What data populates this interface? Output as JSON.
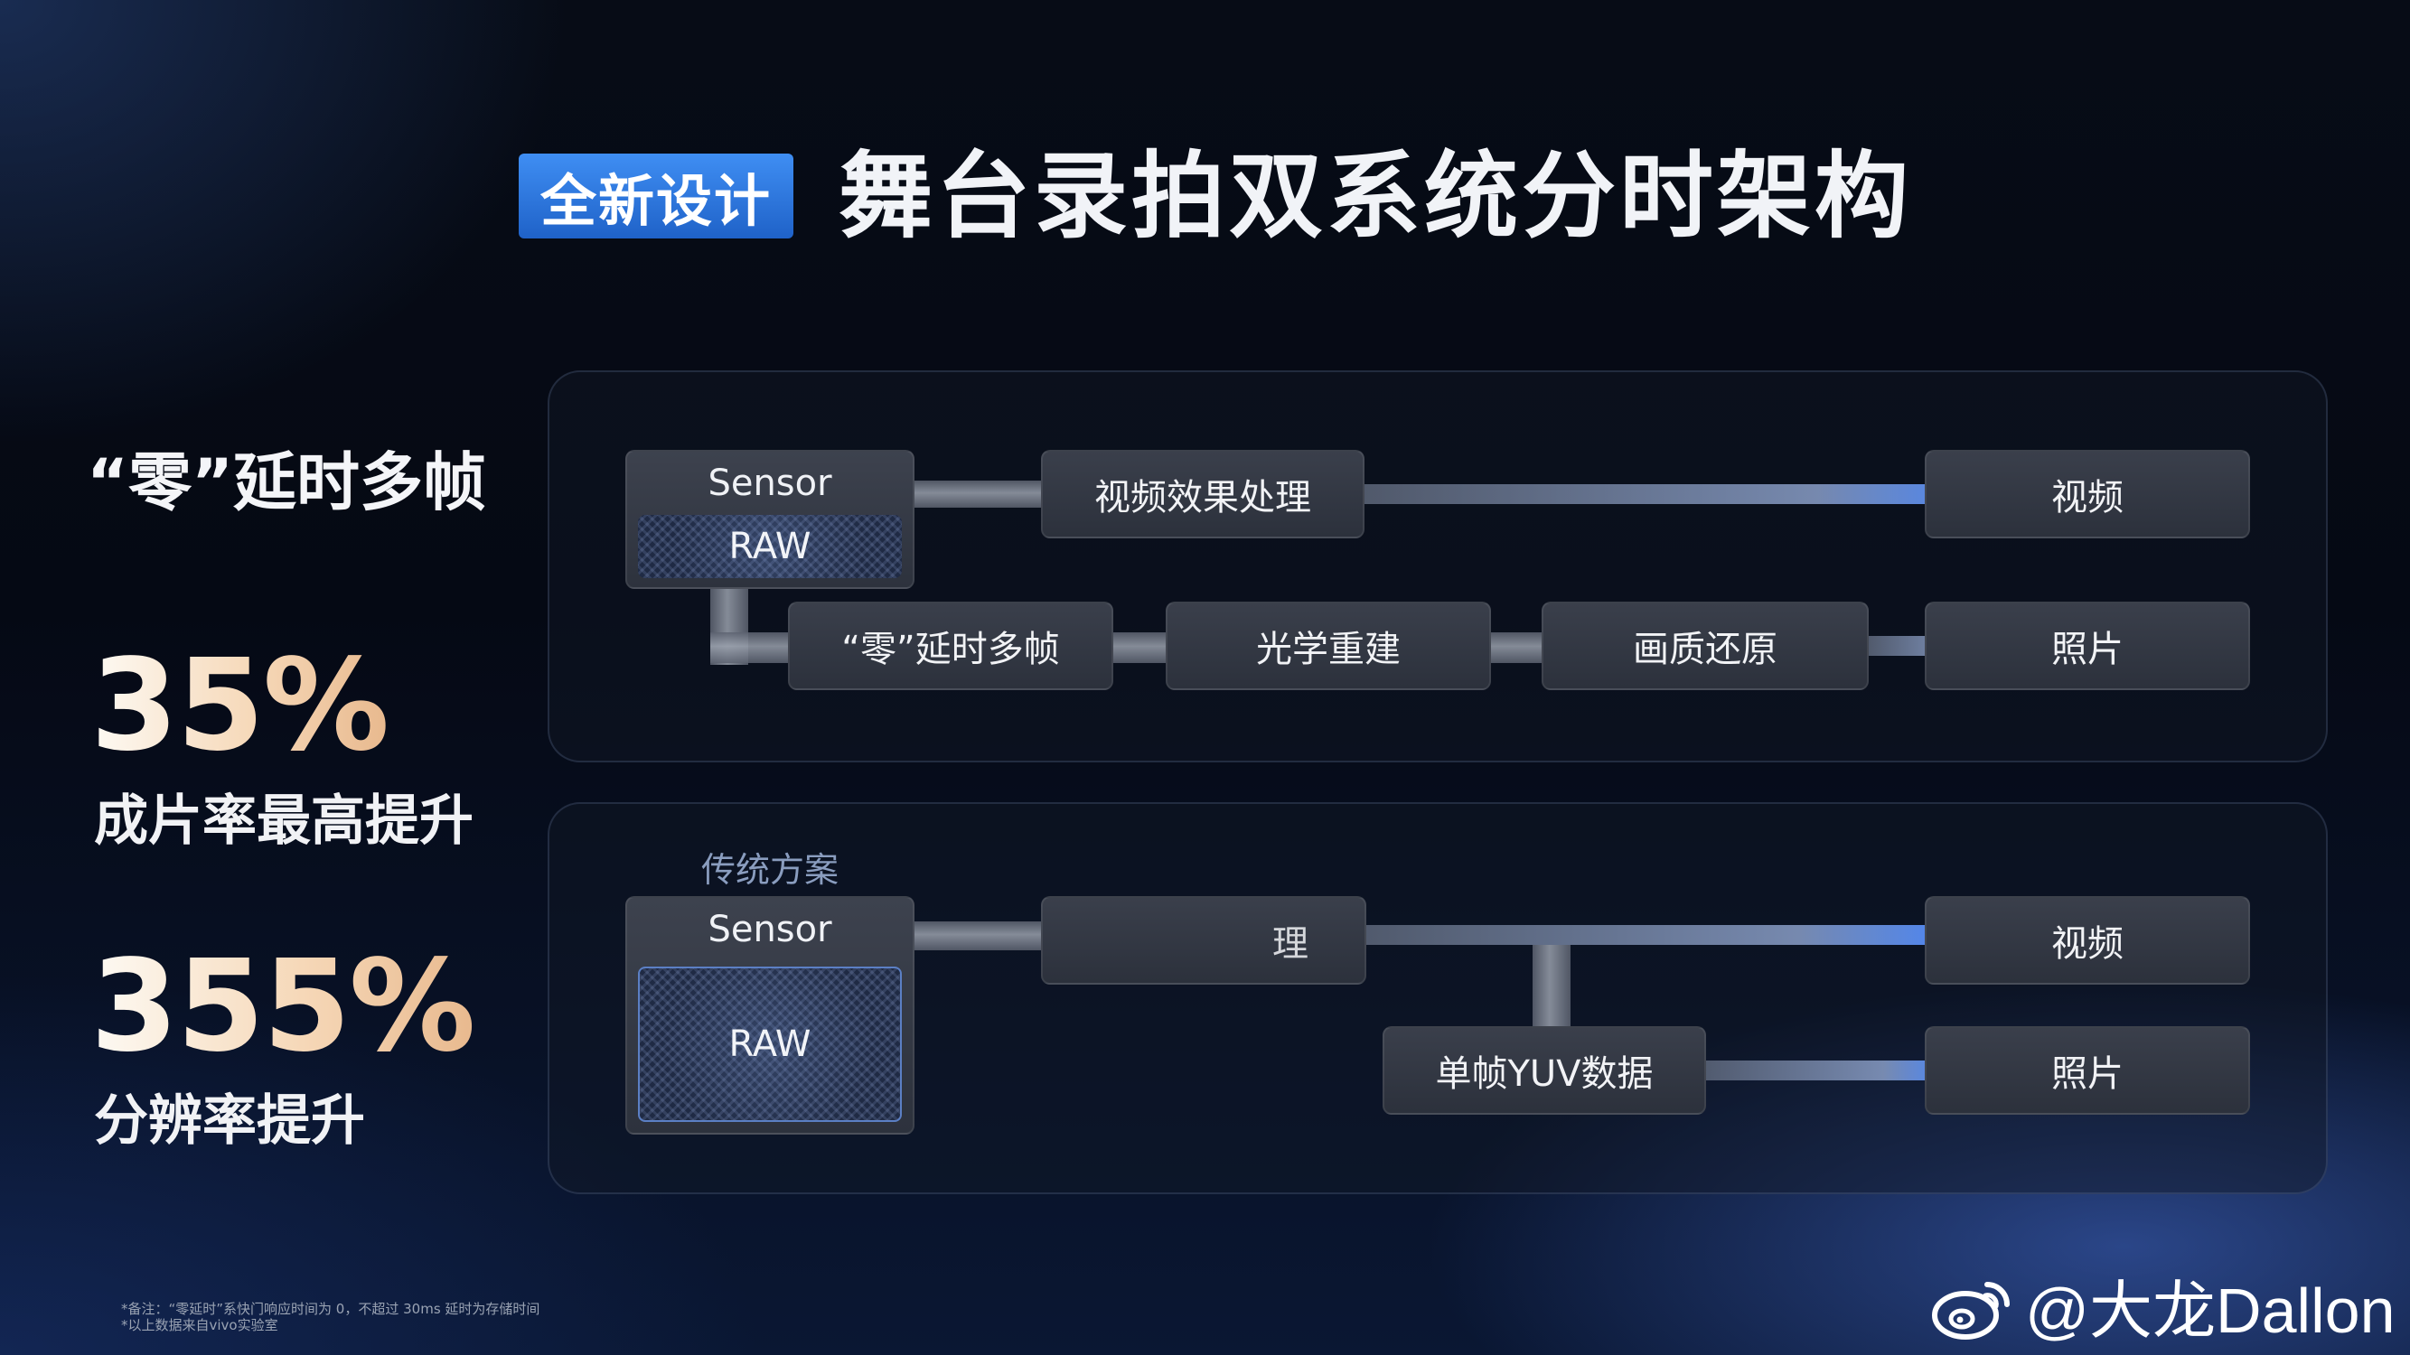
{
  "header": {
    "badge": "全新设计",
    "title": "舞台录拍双系统分时架构"
  },
  "stats": {
    "heading": "“零”延时多帧",
    "items": [
      {
        "value": "35%",
        "label": "成片率最高提升"
      },
      {
        "value": "355%",
        "label": "分辨率提升"
      }
    ]
  },
  "new_arch": {
    "sensor": "Sensor",
    "raw": "RAW",
    "video_process": "视频效果处理",
    "video_out": "视频",
    "steps": [
      "“零”延时多帧",
      "光学重建",
      "画质还原"
    ],
    "photo_out": "照片"
  },
  "traditional": {
    "label": "传统方案",
    "sensor": "Sensor",
    "raw": "RAW",
    "process": "",
    "process_tail": "理",
    "video_out": "视频",
    "single_frame": "单帧YUV数据",
    "photo_out": "照片"
  },
  "footnotes": [
    "*备注：“零延时”系快门响应时间为 0，不超过 30ms 延时为存储时间",
    "*以上数据来自vivo实验室"
  ],
  "watermark": "@大龙Dallon",
  "colors": {
    "badge": "#2f78e0",
    "accent_arrow": "#4f86f0",
    "stat_gradient_end": "#e8b98e"
  }
}
